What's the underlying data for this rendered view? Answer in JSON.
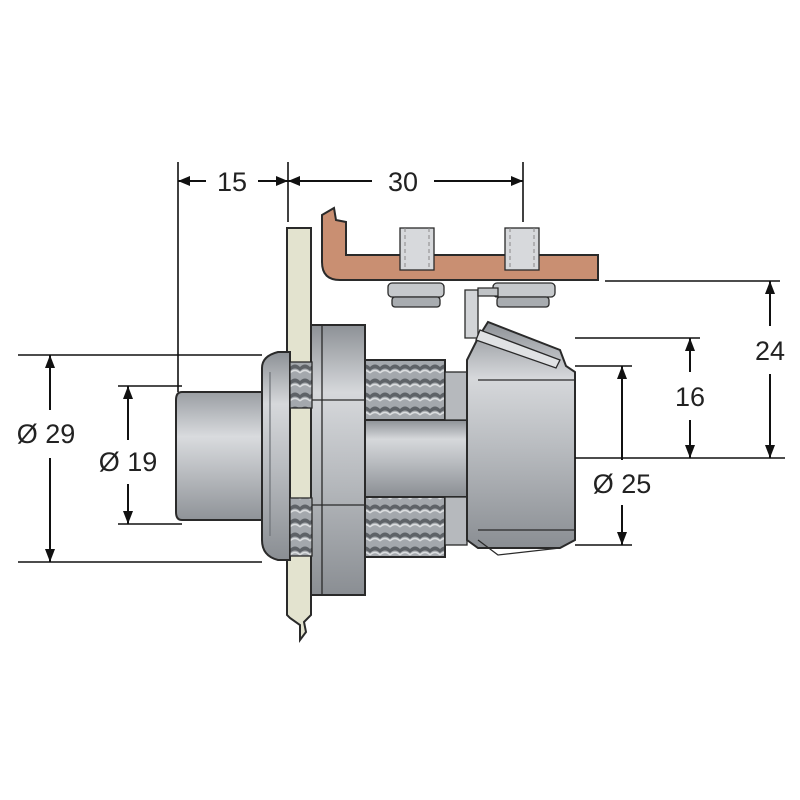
{
  "dimensions": {
    "width_left": "15",
    "width_right": "30",
    "height_outer": "24",
    "height_inner": "16",
    "dia_flange": "Ø 29",
    "dia_button": "Ø 19",
    "dia_body": "Ø 25"
  },
  "colors": {
    "copper": "#c98f72",
    "panel": "#e3e3cf",
    "metal": "#b5b8bc",
    "metal_dark": "#7d8186",
    "line": "#111111"
  }
}
